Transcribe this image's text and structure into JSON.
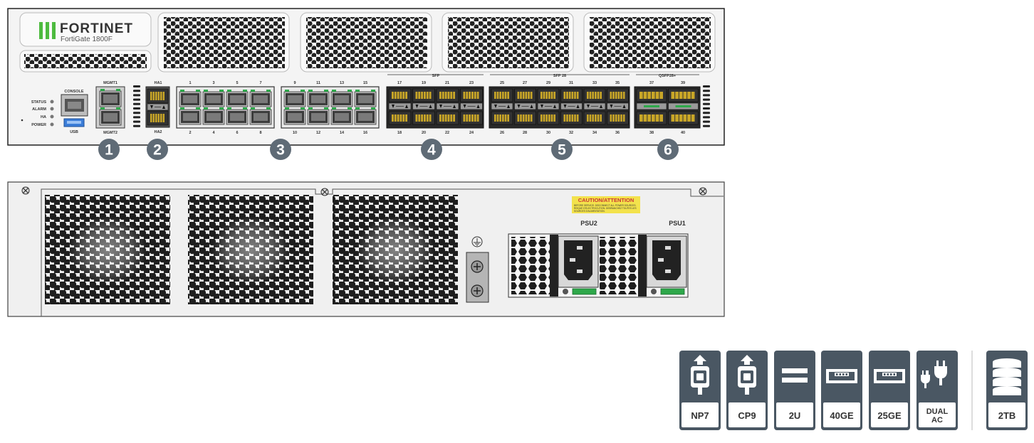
{
  "brand": {
    "logo_text": "FORTINET",
    "model": "FortiGate 1800F"
  },
  "front": {
    "leds": [
      "STATUS",
      "ALARM",
      "HA",
      "POWER"
    ],
    "console_label": "CONSOLE",
    "usb_label": "USB",
    "mgmt_top": "MGMT1",
    "mgmt_bottom": "MGMT2",
    "ha_top": "HA1",
    "ha_bottom": "HA2",
    "rj45_group_a_top": [
      "1",
      "3",
      "5",
      "7"
    ],
    "rj45_group_a_bottom": [
      "2",
      "4",
      "6",
      "8"
    ],
    "rj45_group_b_top": [
      "9",
      "11",
      "13",
      "15"
    ],
    "rj45_group_b_bottom": [
      "10",
      "12",
      "14",
      "16"
    ],
    "sfp_label": "SFP",
    "sfp_top": [
      "17",
      "19",
      "21",
      "23"
    ],
    "sfp_bottom": [
      "18",
      "20",
      "22",
      "24"
    ],
    "sfp28_label": "SFP 28",
    "sfp28_top": [
      "25",
      "27",
      "29",
      "31",
      "33",
      "35"
    ],
    "sfp28_bottom": [
      "26",
      "28",
      "30",
      "32",
      "34",
      "36"
    ],
    "qsfp_label": "QSFP28+",
    "qsfp_top": [
      "37",
      "39"
    ],
    "qsfp_bottom": [
      "38",
      "40"
    ],
    "callouts": [
      "1",
      "2",
      "3",
      "4",
      "5",
      "6"
    ]
  },
  "rear": {
    "caution_title": "CAUTION/ATTENTION",
    "caution_lines": [
      "BEFORE SERVICE: DISCONNECT ALL POWER SOURCES.",
      "RISQUE D'ELECTROCUTION. DEBRANCHEZ TOUTES LES",
      "SOURCES D'ALIMENTATION."
    ],
    "psu2_label": "PSU2",
    "psu1_label": "PSU1"
  },
  "features": [
    {
      "icon": "np-chip-icon",
      "label": "NP7"
    },
    {
      "icon": "cp-chip-icon",
      "label": "CP9"
    },
    {
      "icon": "rack-unit-icon",
      "label": "2U"
    },
    {
      "icon": "port-40ge-icon",
      "label": "40GE"
    },
    {
      "icon": "port-25ge-icon",
      "label": "25GE"
    },
    {
      "icon": "power-plug-icon",
      "label": "DUAL AC"
    },
    {
      "icon": "storage-disk-icon",
      "label": "2TB"
    }
  ],
  "colors": {
    "chassis": "#f2f2f2",
    "port_green": "#2ea84a",
    "callout": "#5f6b76",
    "feature_tile": "#4a5763",
    "caution_yellow": "#f3e24c",
    "logo_green": "#4dbb3f"
  }
}
